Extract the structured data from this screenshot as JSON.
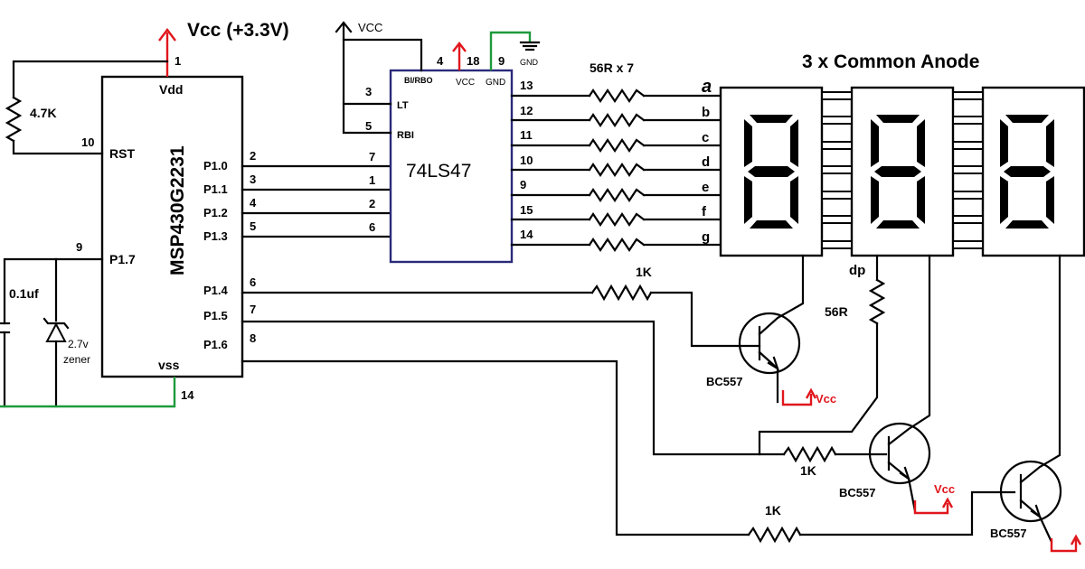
{
  "vcc_main": "Vcc (+3.3V)",
  "mcu": {
    "name": "MSP430G2231",
    "vdd": "Vdd",
    "rst": "RST",
    "vss": "vss",
    "pin_vdd": "1",
    "pin_rst": "10",
    "pin_vss": "14",
    "pin_p17": "9",
    "p1_7": "P1.7",
    "ports": [
      {
        "label": "P1.0",
        "pin": "2"
      },
      {
        "label": "P1.1",
        "pin": "3"
      },
      {
        "label": "P1.2",
        "pin": "4"
      },
      {
        "label": "P1.3",
        "pin": "5"
      },
      {
        "label": "P1.4",
        "pin": "6"
      },
      {
        "label": "P1.5",
        "pin": "7"
      },
      {
        "label": "P1.6",
        "pin": "8"
      }
    ]
  },
  "pullup": "4.7K",
  "cap": "0.1uf",
  "zener": [
    "2.7v",
    "zener"
  ],
  "decoder": {
    "name": "74LS47",
    "bi_rbo": "BI/RBO",
    "vcc": "VCC",
    "gnd": "GND",
    "lt": "LT",
    "rbi": "RBI",
    "pin_bi": "4",
    "pin_vcc": "18",
    "pin_gnd": "9",
    "pin_lt": "3",
    "pin_rbi": "5",
    "inputs": [
      "7",
      "1",
      "2",
      "6"
    ],
    "outputs": [
      "13",
      "12",
      "11",
      "10",
      "9",
      "15",
      "14"
    ]
  },
  "vcc_small": "VCC",
  "gnd_small": "GND",
  "seg_res": "56R x 7",
  "segments": [
    "a",
    "b",
    "c",
    "d",
    "e",
    "f",
    "g"
  ],
  "display_title": "3 x Common  Anode",
  "dp": "dp",
  "dp_res": "56R",
  "base_res": [
    "1K",
    "1K",
    "1K"
  ],
  "transistor": "BC557",
  "tr_vcc": "Vcc",
  "colors": {
    "wire": "#000000",
    "ground_wire": "#1e9a3c",
    "supply_arrow": "#e0161c",
    "decoder_outline": "#2a2a7a"
  }
}
